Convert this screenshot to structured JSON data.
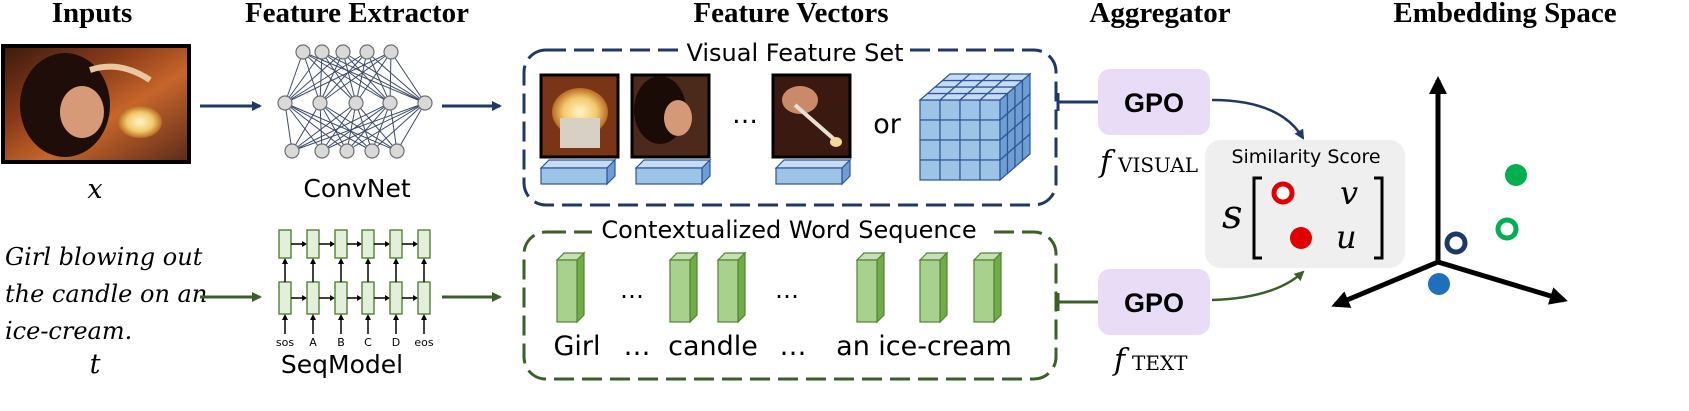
{
  "headers": {
    "inputs": "Inputs",
    "feature_extractor": "Feature Extractor",
    "feature_vectors": "Feature Vectors",
    "aggregator": "Aggregator",
    "embedding_space": "Embedding Space"
  },
  "inputs": {
    "image_symbol": "x",
    "caption_lines": [
      "Girl blowing out",
      "the candle on an",
      "ice-cream."
    ],
    "text_symbol": "t"
  },
  "extractors": {
    "convnet_label": "ConvNet",
    "seqmodel_label": "SeqModel",
    "seq_tokens": [
      "sos",
      "A",
      "B",
      "C",
      "D",
      "eos"
    ]
  },
  "visual_set": {
    "title": "Visual Feature Set",
    "ellipsis": "…",
    "or_label": "or"
  },
  "word_sequence": {
    "title": "Contextualized Word Sequence",
    "words": [
      "Girl",
      "…",
      "candle",
      "…",
      "an",
      "ice-cream"
    ],
    "ellipsis": "…"
  },
  "aggregator": {
    "gpo_label": "GPO",
    "f_symbol": "f",
    "visual_sub": "VISUAL",
    "text_sub": "TEXT"
  },
  "similarity": {
    "title": "Similarity Score",
    "s_symbol": "s",
    "v_symbol": "v",
    "u_symbol": "u"
  },
  "colors": {
    "visual_dark": "#1f3864",
    "text_green": "#3a5f28",
    "gpo_fill": "#e8dcf7",
    "cube_blue": "#9dc3e6",
    "bar_green": "#a9d18e",
    "sim_bg": "#efefef",
    "red": "#e00000",
    "green_point": "#00b050",
    "blue_point": "#1f6fbf",
    "navy_point": "#1f3864"
  }
}
